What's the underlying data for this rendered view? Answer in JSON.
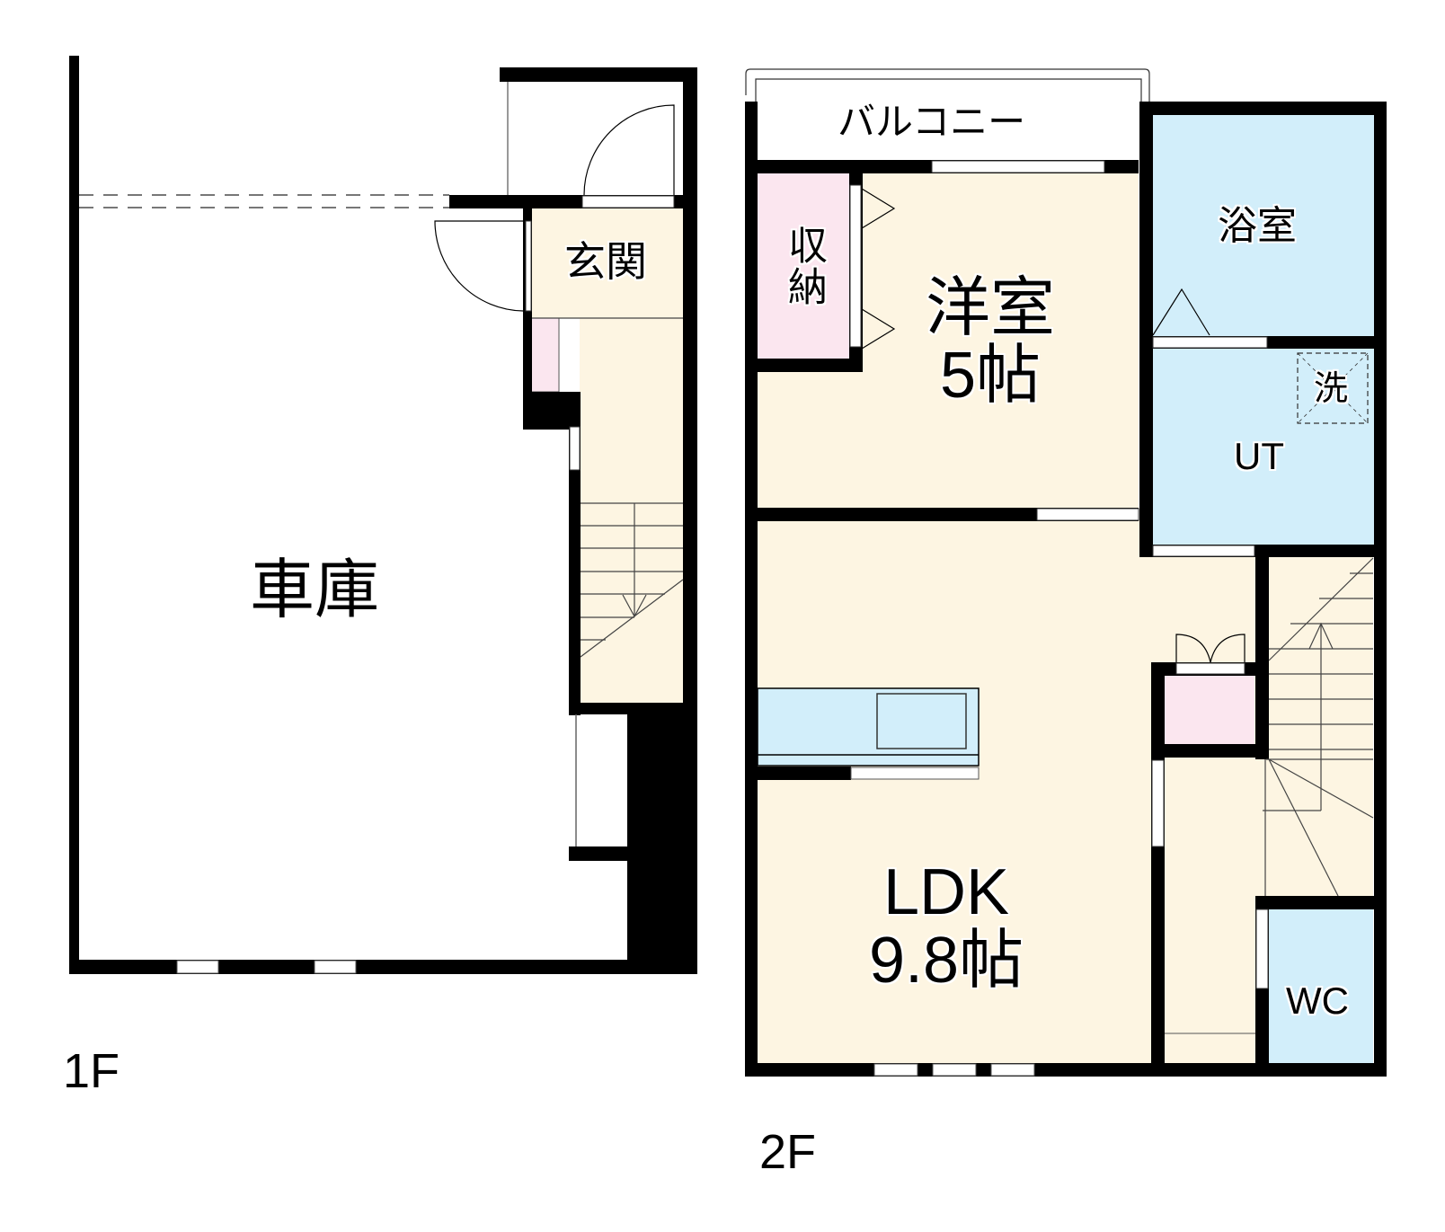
{
  "plan": {
    "colors": {
      "wall": "#000000",
      "floor_wood": "#fdf5e2",
      "floor_wet": "#d2eefa",
      "storage": "#fbe6ef",
      "window": "#ffffff",
      "background": "#ffffff"
    },
    "floor1": {
      "label": "1F",
      "rooms": [
        {
          "id": "garage",
          "name": "車庫"
        },
        {
          "id": "entrance",
          "name": "玄関"
        }
      ]
    },
    "floor2": {
      "label": "2F",
      "rooms": [
        {
          "id": "balcony",
          "name": "バルコニー"
        },
        {
          "id": "closet",
          "name": "収納"
        },
        {
          "id": "western-room",
          "name": "洋室",
          "size": "5帖"
        },
        {
          "id": "bathroom",
          "name": "浴室"
        },
        {
          "id": "washer",
          "name": "洗"
        },
        {
          "id": "utility",
          "name": "UT"
        },
        {
          "id": "ldk",
          "name": "LDK",
          "size": "9.8帖"
        },
        {
          "id": "toilet",
          "name": "WC"
        }
      ]
    }
  }
}
